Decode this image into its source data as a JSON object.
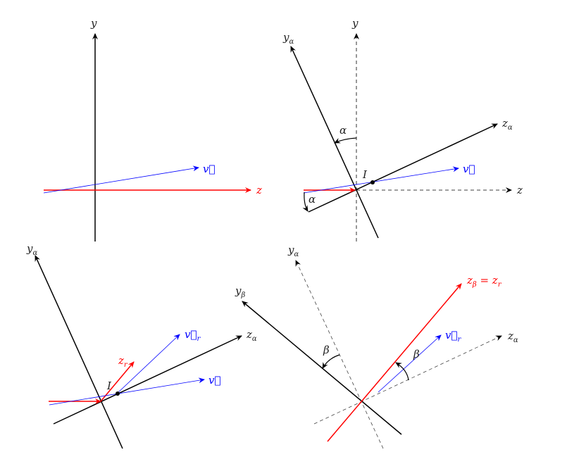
{
  "colors": {
    "axis": "#000000",
    "red": "#ff0000",
    "blue": "#0000ff"
  },
  "panel1": {
    "y": "y",
    "z": "z",
    "v": "v⃗"
  },
  "panel2": {
    "y": "y",
    "y_alpha": "y",
    "alpha_sub": "α",
    "z_alpha": "z",
    "z": "z",
    "v": "v⃗",
    "I": "I",
    "angle1": "α",
    "angle2": "α"
  },
  "panel3": {
    "y_alpha": "y",
    "alpha_sub": "α",
    "z_alpha": "z",
    "z_r": "z",
    "r_sub": "r",
    "v_r": "v⃗",
    "v": "v⃗",
    "I": "I"
  },
  "panel4": {
    "y_alpha": "y",
    "alpha_sub": "α",
    "y_beta": "y",
    "beta_sub": "β",
    "z_beta_eq": "z",
    "z_r_eq": " = z",
    "r_sub": "r",
    "v_r": "v⃗",
    "z_alpha": "z",
    "angle1": "β",
    "angle2": "β"
  }
}
